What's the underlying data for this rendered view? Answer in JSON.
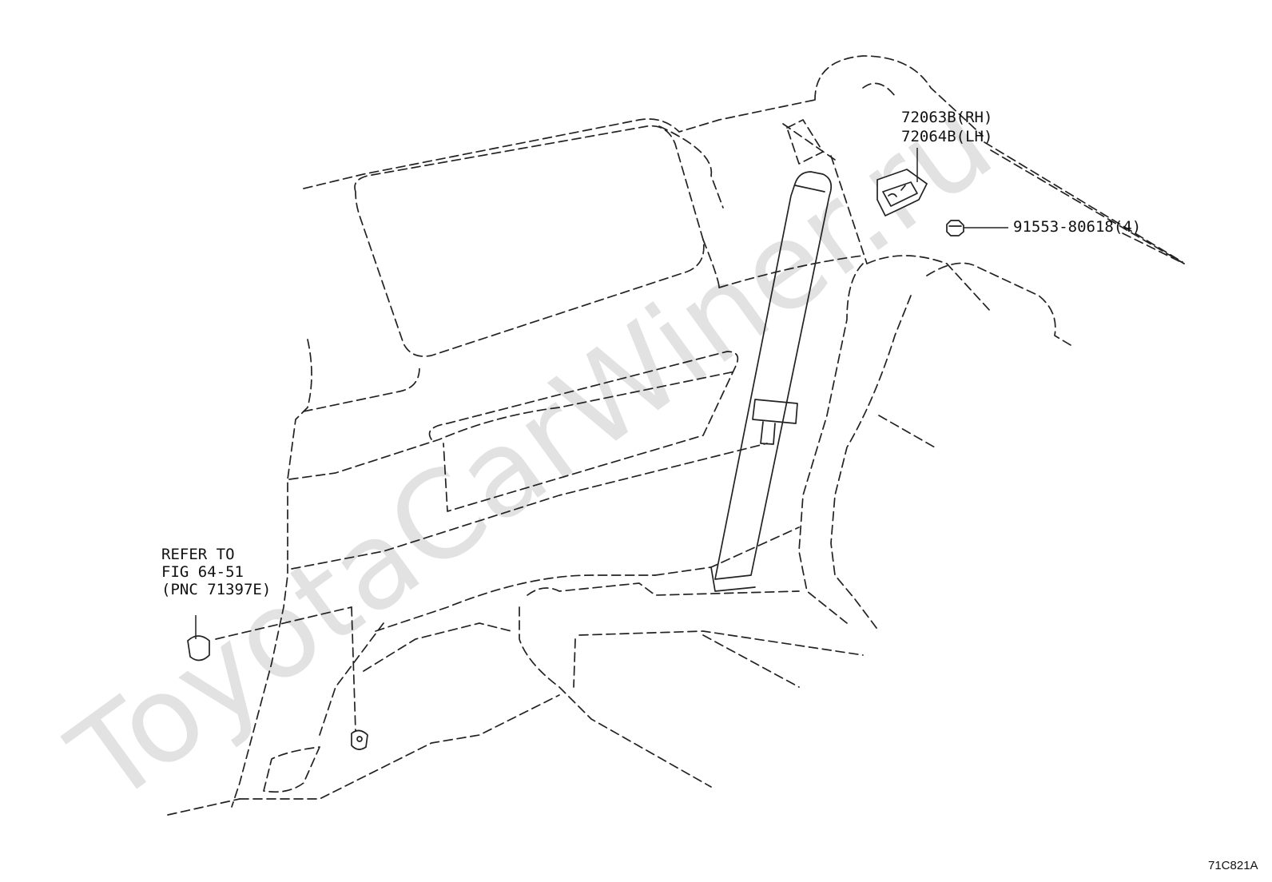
{
  "watermark": "ToyotaCarWiner.ru",
  "callouts": {
    "trim_rh": "72063B(RH)",
    "trim_lh": "72064B(LH)",
    "screw": "91553-80618(4)",
    "refer_line1": "REFER TO",
    "refer_line2": "FIG 64-51",
    "refer_line3": "(PNC 71397E)"
  },
  "diagram_code": "71C821A"
}
